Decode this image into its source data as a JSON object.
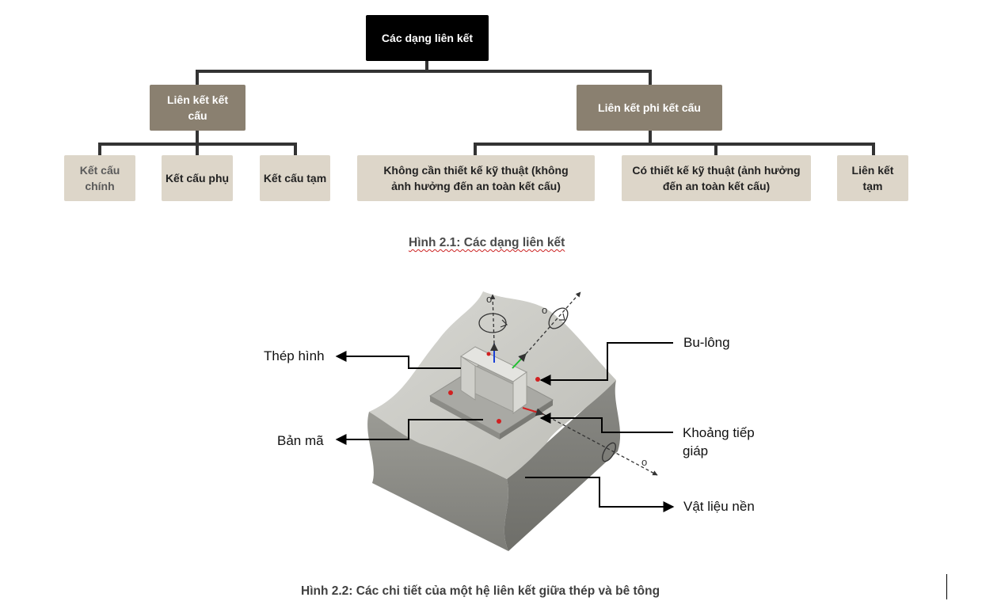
{
  "tree": {
    "root": {
      "label": "Các dạng liên kết"
    },
    "structural": {
      "label": "Liên kết kết cấu",
      "children": [
        "Kết cấu chính",
        "Kết cấu phụ",
        "Kết cấu tạm"
      ]
    },
    "non_structural": {
      "label": "Liên kết phi kết cấu",
      "children": [
        "Không cần thiết kế kỹ thuật (không ảnh hưởng đến an toàn kết cấu)",
        "Có thiết kế kỹ thuật (ảnh hưởng đến an toàn kết cấu)",
        "Liên kết tạm"
      ]
    },
    "caption": "Hình 2.1: Các dạng liên kết"
  },
  "figure2": {
    "labels": {
      "steel_section": "Thép hình",
      "base_plate": "Bản mã",
      "bolt": "Bu-lông",
      "contact_gap": "Khoảng tiếp giáp",
      "base_material": "Vật liệu nền"
    },
    "axis_symbol": "o",
    "caption": "Hình 2.2: Các chi tiết của một hệ liên kết giữa thép và bê tông"
  },
  "colors": {
    "root_box": "#000000",
    "mid_box": "#8a8070",
    "leaf_box": "#ddd6c9",
    "connector": "#333333",
    "concrete": "#c9c9c4",
    "bolt_dot": "#d12020"
  }
}
